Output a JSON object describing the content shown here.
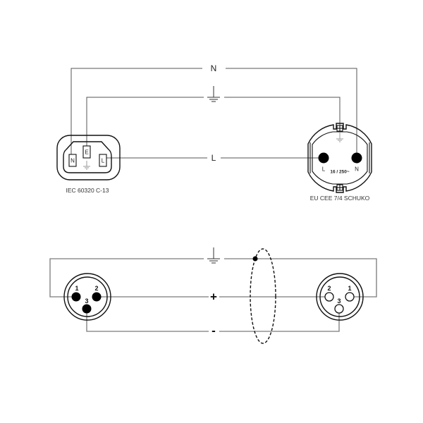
{
  "power_cable": {
    "left_connector": {
      "name": "IEC 60320 C-13",
      "pins": {
        "neutral": "N",
        "earth": "E",
        "line": "L"
      }
    },
    "right_connector": {
      "name": "EU CEE 7/4 SCHUKO",
      "pins": {
        "line": "L",
        "neutral": "N"
      },
      "rating": "16 / 250~"
    },
    "wires": {
      "neutral": "N",
      "earth": "earth-symbol",
      "line": "L"
    }
  },
  "xlr_cable": {
    "left_connector": {
      "type": "male",
      "pins": [
        "1",
        "2",
        "3"
      ]
    },
    "right_connector": {
      "type": "female",
      "pins": [
        "2",
        "1",
        "3"
      ]
    },
    "wires": {
      "shield": "earth-symbol",
      "hot": "+",
      "cold": "-"
    },
    "shield": "dashed-ellipse"
  },
  "colors": {
    "outline": "#111111",
    "wire": "#555555",
    "xlr_wire": "#7a7a7a",
    "background": "#ffffff"
  }
}
